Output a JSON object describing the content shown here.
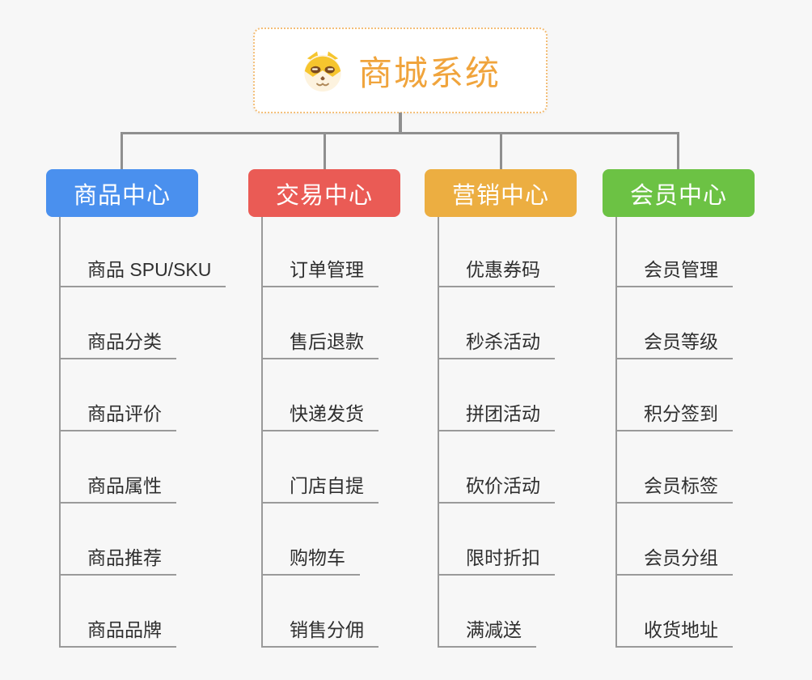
{
  "root": {
    "title": "商城系统",
    "icon": "dog-face-icon",
    "accent_color": "#f0a43c",
    "border_color": "#f3be78"
  },
  "branches": [
    {
      "label": "商品中心",
      "color": "#4a90ee",
      "children": [
        "商品 SPU/SKU",
        "商品分类",
        "商品评价",
        "商品属性",
        "商品推荐",
        "商品品牌"
      ]
    },
    {
      "label": "交易中心",
      "color": "#ea5b55",
      "children": [
        "订单管理",
        "售后退款",
        "快递发货",
        "门店自提",
        "购物车",
        "销售分佣"
      ]
    },
    {
      "label": "营销中心",
      "color": "#ecae41",
      "children": [
        "优惠券码",
        "秒杀活动",
        "拼团活动",
        "砍价活动",
        "限时折扣",
        "满减送"
      ]
    },
    {
      "label": "会员中心",
      "color": "#6cc244",
      "children": [
        "会员管理",
        "会员等级",
        "积分签到",
        "会员标签",
        "会员分组",
        "收货地址"
      ]
    }
  ],
  "colors": {
    "background": "#f7f7f7",
    "connector": "#8f8f8f",
    "node_line": "#9a9a9a",
    "child_text": "#2f2f2f"
  }
}
